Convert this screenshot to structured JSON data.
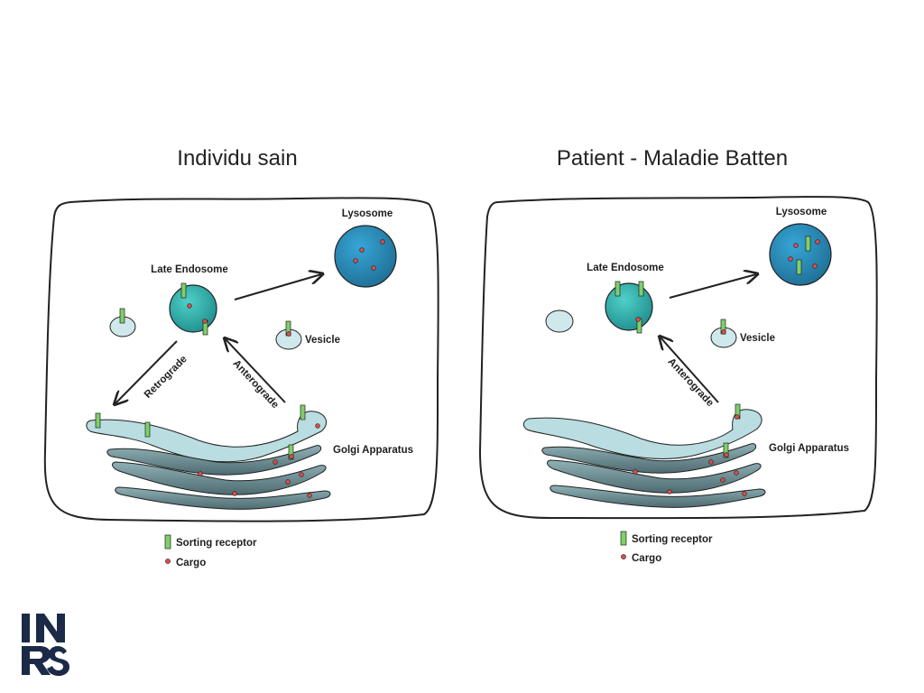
{
  "panels": [
    {
      "title": "Individu sain",
      "labels": {
        "lysosome": "Lysosome",
        "late_endosome": "Late Endosome",
        "vesicle": "Vesicle",
        "golgi": "Golgi Apparatus",
        "retrograde": "Retrograde",
        "anterograde": "Anterograde"
      },
      "legend": {
        "receptor": "Sorting receptor",
        "cargo": "Cargo"
      }
    },
    {
      "title": "Patient - Maladie Batten",
      "labels": {
        "lysosome": "Lysosome",
        "late_endosome": "Late Endosome",
        "vesicle": "Vesicle",
        "golgi": "Golgi Apparatus",
        "anterograde": "Anterograde"
      },
      "legend": {
        "receptor": "Sorting receptor",
        "cargo": "Cargo"
      }
    }
  ],
  "logo": {
    "line1": "INRS",
    "line2": ""
  },
  "colors": {
    "lysosome": "#2a8fbf",
    "endosome": "#35b7b4",
    "vesicle": "#cfe8ec",
    "golgi_light": "#b9dde1",
    "golgi_dark": "#6f8f95",
    "receptor": "#7fcf6a",
    "cargo": "#e04a4a"
  }
}
